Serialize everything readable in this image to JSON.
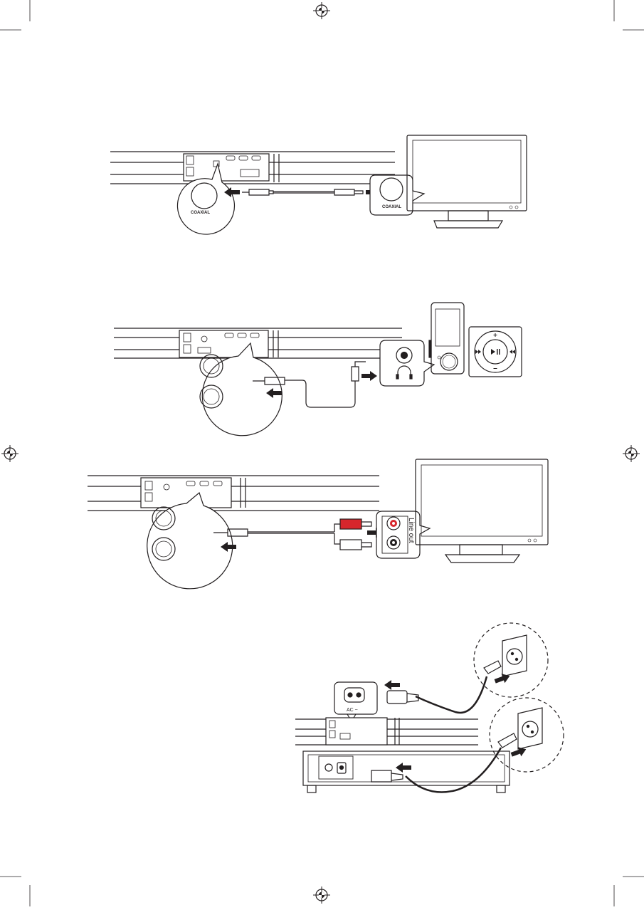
{
  "labels": {
    "coaxial_left": "COAXIAL",
    "coaxial_right": "COAXIAL",
    "line_out": "Line out",
    "ac_inlet": "AC ~"
  },
  "colors": {
    "ink": "#231f20",
    "rca_red": "#d7262c",
    "paper": "#ffffff"
  },
  "icons": [
    "registration-mark-icon",
    "headphone-icon",
    "play-pause-icon",
    "skip-back-icon",
    "skip-forward-icon",
    "plus-icon",
    "minus-icon"
  ]
}
